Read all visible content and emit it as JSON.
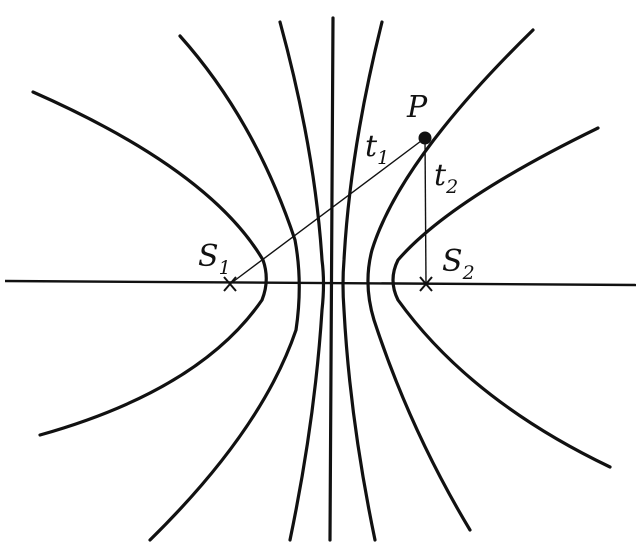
{
  "labels": {
    "point_name": "P",
    "t1_letter": "t",
    "t1_index": "1",
    "t2_letter": "t",
    "t2_index": "2",
    "s1_letter": "S",
    "s1_index": "1",
    "s2_letter": "S",
    "s2_index": "2"
  }
}
